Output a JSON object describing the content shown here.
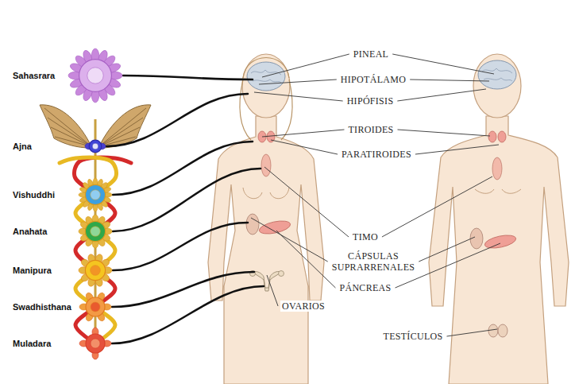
{
  "diagram": {
    "nodes": [
      {
        "text": [
          "Sahasrara"
        ]
      },
      {
        "text": [
          "Ajna"
        ]
      },
      {
        "text": [
          "Vishuddhi"
        ]
      },
      {
        "text": [
          "Anahata"
        ]
      },
      {
        "text": [
          "Manipura"
        ]
      },
      {
        "text": [
          "Swadhisthana"
        ]
      },
      {
        "text": [
          "Muladara"
        ]
      }
    ],
    "labels": [
      "PINEAL",
      "HIPOTÁLAMO",
      "HIPÓFISIS",
      "TIROIDES",
      "PARATIROIDES",
      "TIMO",
      "CÁPSULAS SUPRARRENALES",
      "PÁNCREAS",
      "OVARIOS",
      "TESTÍCULOS"
    ]
  }
}
